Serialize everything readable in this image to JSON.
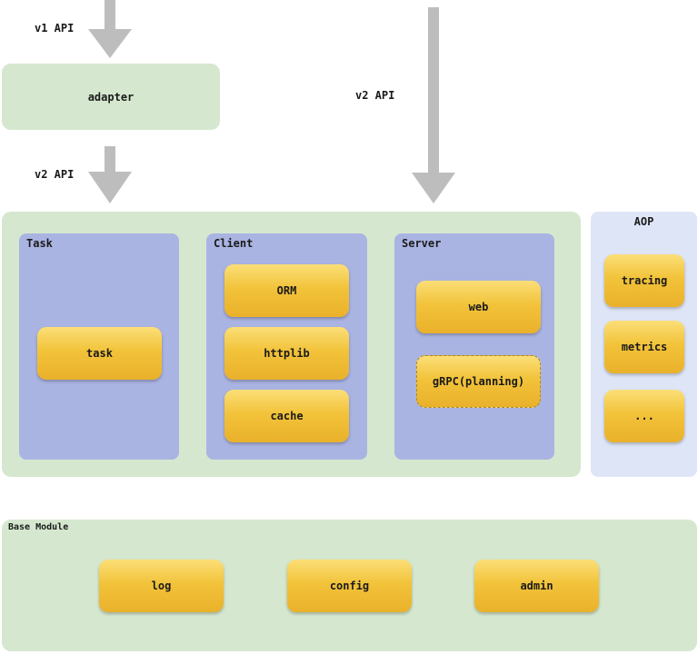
{
  "arrows": {
    "v1_api": "v1 API",
    "v2_api_right": "v2 API",
    "v2_api_left": "v2 API",
    "color": "#bdbdbd"
  },
  "adapter": {
    "label": "adapter"
  },
  "task_group": {
    "title": "Task",
    "items": [
      "task"
    ]
  },
  "client_group": {
    "title": "Client",
    "items": [
      "ORM",
      "httplib",
      "cache"
    ]
  },
  "server_group": {
    "title": "Server",
    "items": [
      "web",
      "gRPC(planning)"
    ]
  },
  "aop_group": {
    "title": "AOP",
    "items": [
      "tracing",
      "metrics",
      "..."
    ]
  },
  "base_module": {
    "title": "Base Module",
    "items": [
      "log",
      "config",
      "admin"
    ]
  },
  "colors": {
    "green_container": "#d5e8cf",
    "blue_group": "#aab4e2",
    "aop_container": "#dee5f7",
    "module_box": "#f2c33a"
  }
}
